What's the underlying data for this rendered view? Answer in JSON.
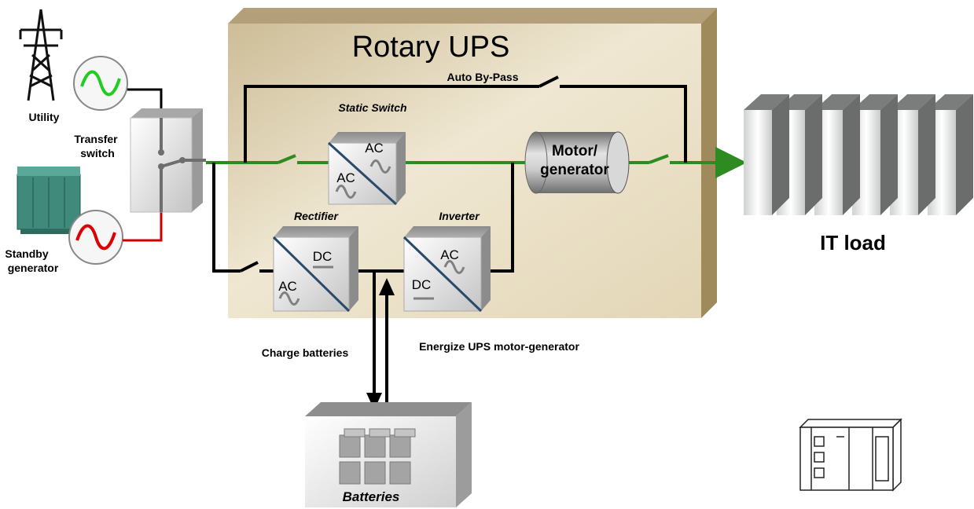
{
  "title": "Rotary UPS",
  "sources": {
    "utility": "Utility",
    "standby_generator_line1": "Standby",
    "standby_generator_line2": "generator",
    "transfer_switch_line1": "Transfer",
    "transfer_switch_line2": "switch"
  },
  "bypass": {
    "label": "Auto By-Pass"
  },
  "static_switch": {
    "label": "Static Switch",
    "input": "AC",
    "output": "AC"
  },
  "motor_generator": {
    "line1": "Motor/",
    "line2": "generator"
  },
  "rectifier": {
    "label": "Rectifier",
    "input": "AC",
    "output": "DC"
  },
  "inverter": {
    "label": "Inverter",
    "input": "DC",
    "output": "AC"
  },
  "battery_flows": {
    "charge": "Charge batteries",
    "energize": "Energize UPS motor-generator"
  },
  "batteries": {
    "label": "Batteries"
  },
  "it_load": {
    "label": "IT load"
  },
  "colors": {
    "enclosure": "#e0d3b4",
    "enclosure_side": "#a08a5a",
    "power_path": "#2e8b1f",
    "standby_path": "#cc0000",
    "utility_wave": "#22cc22",
    "generator_wave": "#dd0000",
    "title_text": "#707070"
  }
}
